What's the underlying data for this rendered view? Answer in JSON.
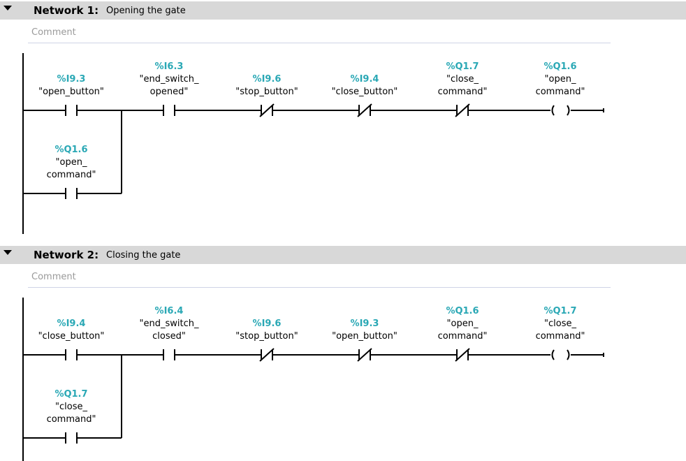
{
  "networks": [
    {
      "number": "Network 1:",
      "title": "Opening the gate",
      "comment_placeholder": "Comment",
      "operands": [
        {
          "address": "%I9.3",
          "name": [
            "\"open_button\""
          ]
        },
        {
          "address": "%I6.3",
          "name": [
            "\"end_switch_",
            "opened\""
          ]
        },
        {
          "address": "%I9.6",
          "name": [
            "\"stop_button\""
          ]
        },
        {
          "address": "%I9.4",
          "name": [
            "\"close_button\""
          ]
        },
        {
          "address": "%Q1.7",
          "name": [
            "\"close_",
            "command\""
          ]
        },
        {
          "address": "%Q1.6",
          "name": [
            "\"open_",
            "command\""
          ]
        },
        {
          "address": "%Q1.6",
          "name": [
            "\"open_",
            "command\""
          ]
        }
      ],
      "elements": [
        "NO contact",
        "NO contact",
        "NC contact",
        "NC contact",
        "NC contact",
        "coil",
        "NO contact (parallel branch)"
      ]
    },
    {
      "number": "Network 2:",
      "title": "Closing the gate",
      "comment_placeholder": "Comment",
      "operands": [
        {
          "address": "%I9.4",
          "name": [
            "\"close_button\""
          ]
        },
        {
          "address": "%I6.4",
          "name": [
            "\"end_switch_",
            "closed\""
          ]
        },
        {
          "address": "%I9.6",
          "name": [
            "\"stop_button\""
          ]
        },
        {
          "address": "%I9.3",
          "name": [
            "\"open_button\""
          ]
        },
        {
          "address": "%Q1.6",
          "name": [
            "\"open_",
            "command\""
          ]
        },
        {
          "address": "%Q1.7",
          "name": [
            "\"close_",
            "command\""
          ]
        },
        {
          "address": "%Q1.7",
          "name": [
            "\"close_",
            "command\""
          ]
        }
      ],
      "elements": [
        "NO contact",
        "NO contact",
        "NC contact",
        "NC contact",
        "NC contact",
        "coil",
        "NO contact (parallel branch)"
      ]
    }
  ],
  "colors": {
    "header_bg": "#d8d8d8",
    "address": "#2aa8b5",
    "comment_text": "#9a9a9a",
    "wire": "#000000"
  },
  "icons": [
    "collapse-triangle-icon",
    "no-contact-icon",
    "nc-contact-icon",
    "coil-icon"
  ]
}
